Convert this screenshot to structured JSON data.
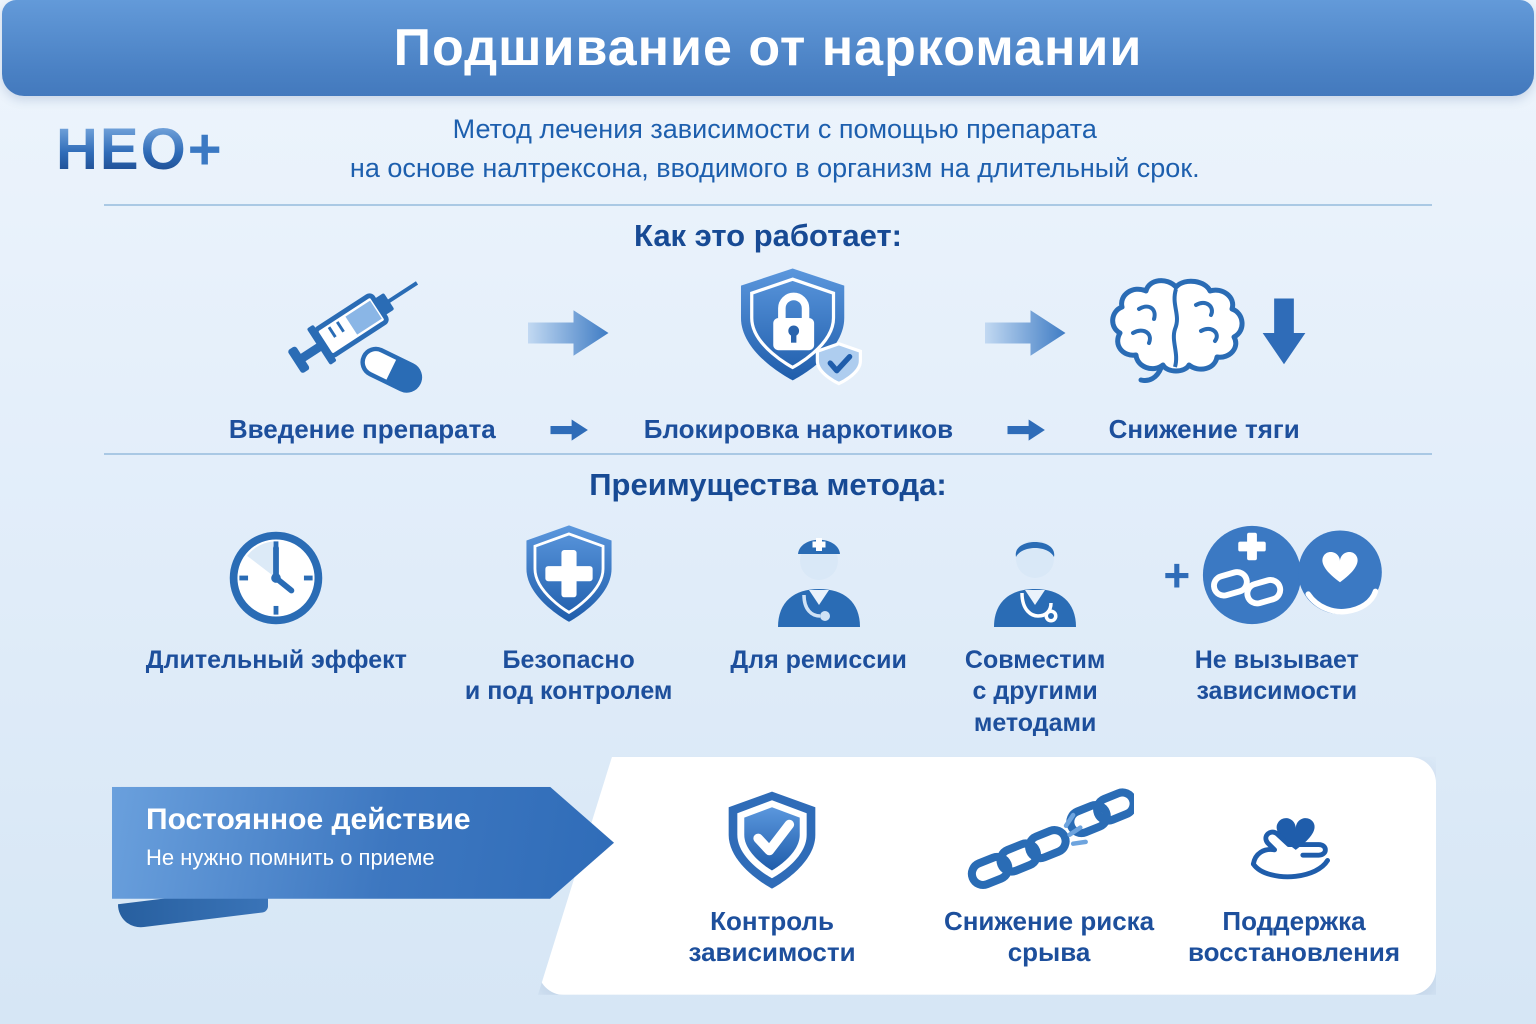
{
  "page_title": "Подшивание от наркомании",
  "logo": {
    "text": "НЕО",
    "plus": "+"
  },
  "subtitle": {
    "line1": "Метод лечения зависимости с помощью препарата",
    "line2": "на основе налтрексона, вводимого в организм на длительный срок."
  },
  "how_it_works": {
    "heading": "Как это работает:",
    "steps": [
      {
        "icon": "syringe-pill-icon",
        "label": "Введение препарата"
      },
      {
        "icon": "shield-lock-icon",
        "label": "Блокировка наркотиков"
      },
      {
        "icon": "brain-decrease-icon",
        "label": "Снижение тяги"
      }
    ]
  },
  "advantages": {
    "heading": "Преимущества метода:",
    "plus_sign": "+",
    "items": [
      {
        "icon": "clock-icon",
        "label": "Длительный эффект"
      },
      {
        "icon": "shield-cross-icon",
        "label": "Безопасно\nи под контролем"
      },
      {
        "icon": "doctor-cap-icon",
        "label": "Для ремиссии"
      },
      {
        "icon": "doctor-stethoscope-icon",
        "label": "Совместим\nс другими\nметодами"
      },
      {
        "icon": "chain-heart-hand-icon",
        "label": "Не вызывает\nзависимости"
      }
    ]
  },
  "ribbon": {
    "title": "Постоянное действие",
    "subtitle": "Не нужно помнить о приеме"
  },
  "bottom_panel": {
    "items": [
      {
        "icon": "shield-check-icon",
        "label": "Контроль зависимости"
      },
      {
        "icon": "broken-chain-icon",
        "label": "Снижение риска срыва"
      },
      {
        "icon": "hand-heart-icon",
        "label": "Поддержка\nвосстановления"
      }
    ]
  },
  "colors": {
    "header_blue": "#4b82c5",
    "accent_blue": "#2a6cb5",
    "text_blue": "#1d4f9c",
    "bg_light": "#e3eefa",
    "panel_white": "#ffffff"
  }
}
